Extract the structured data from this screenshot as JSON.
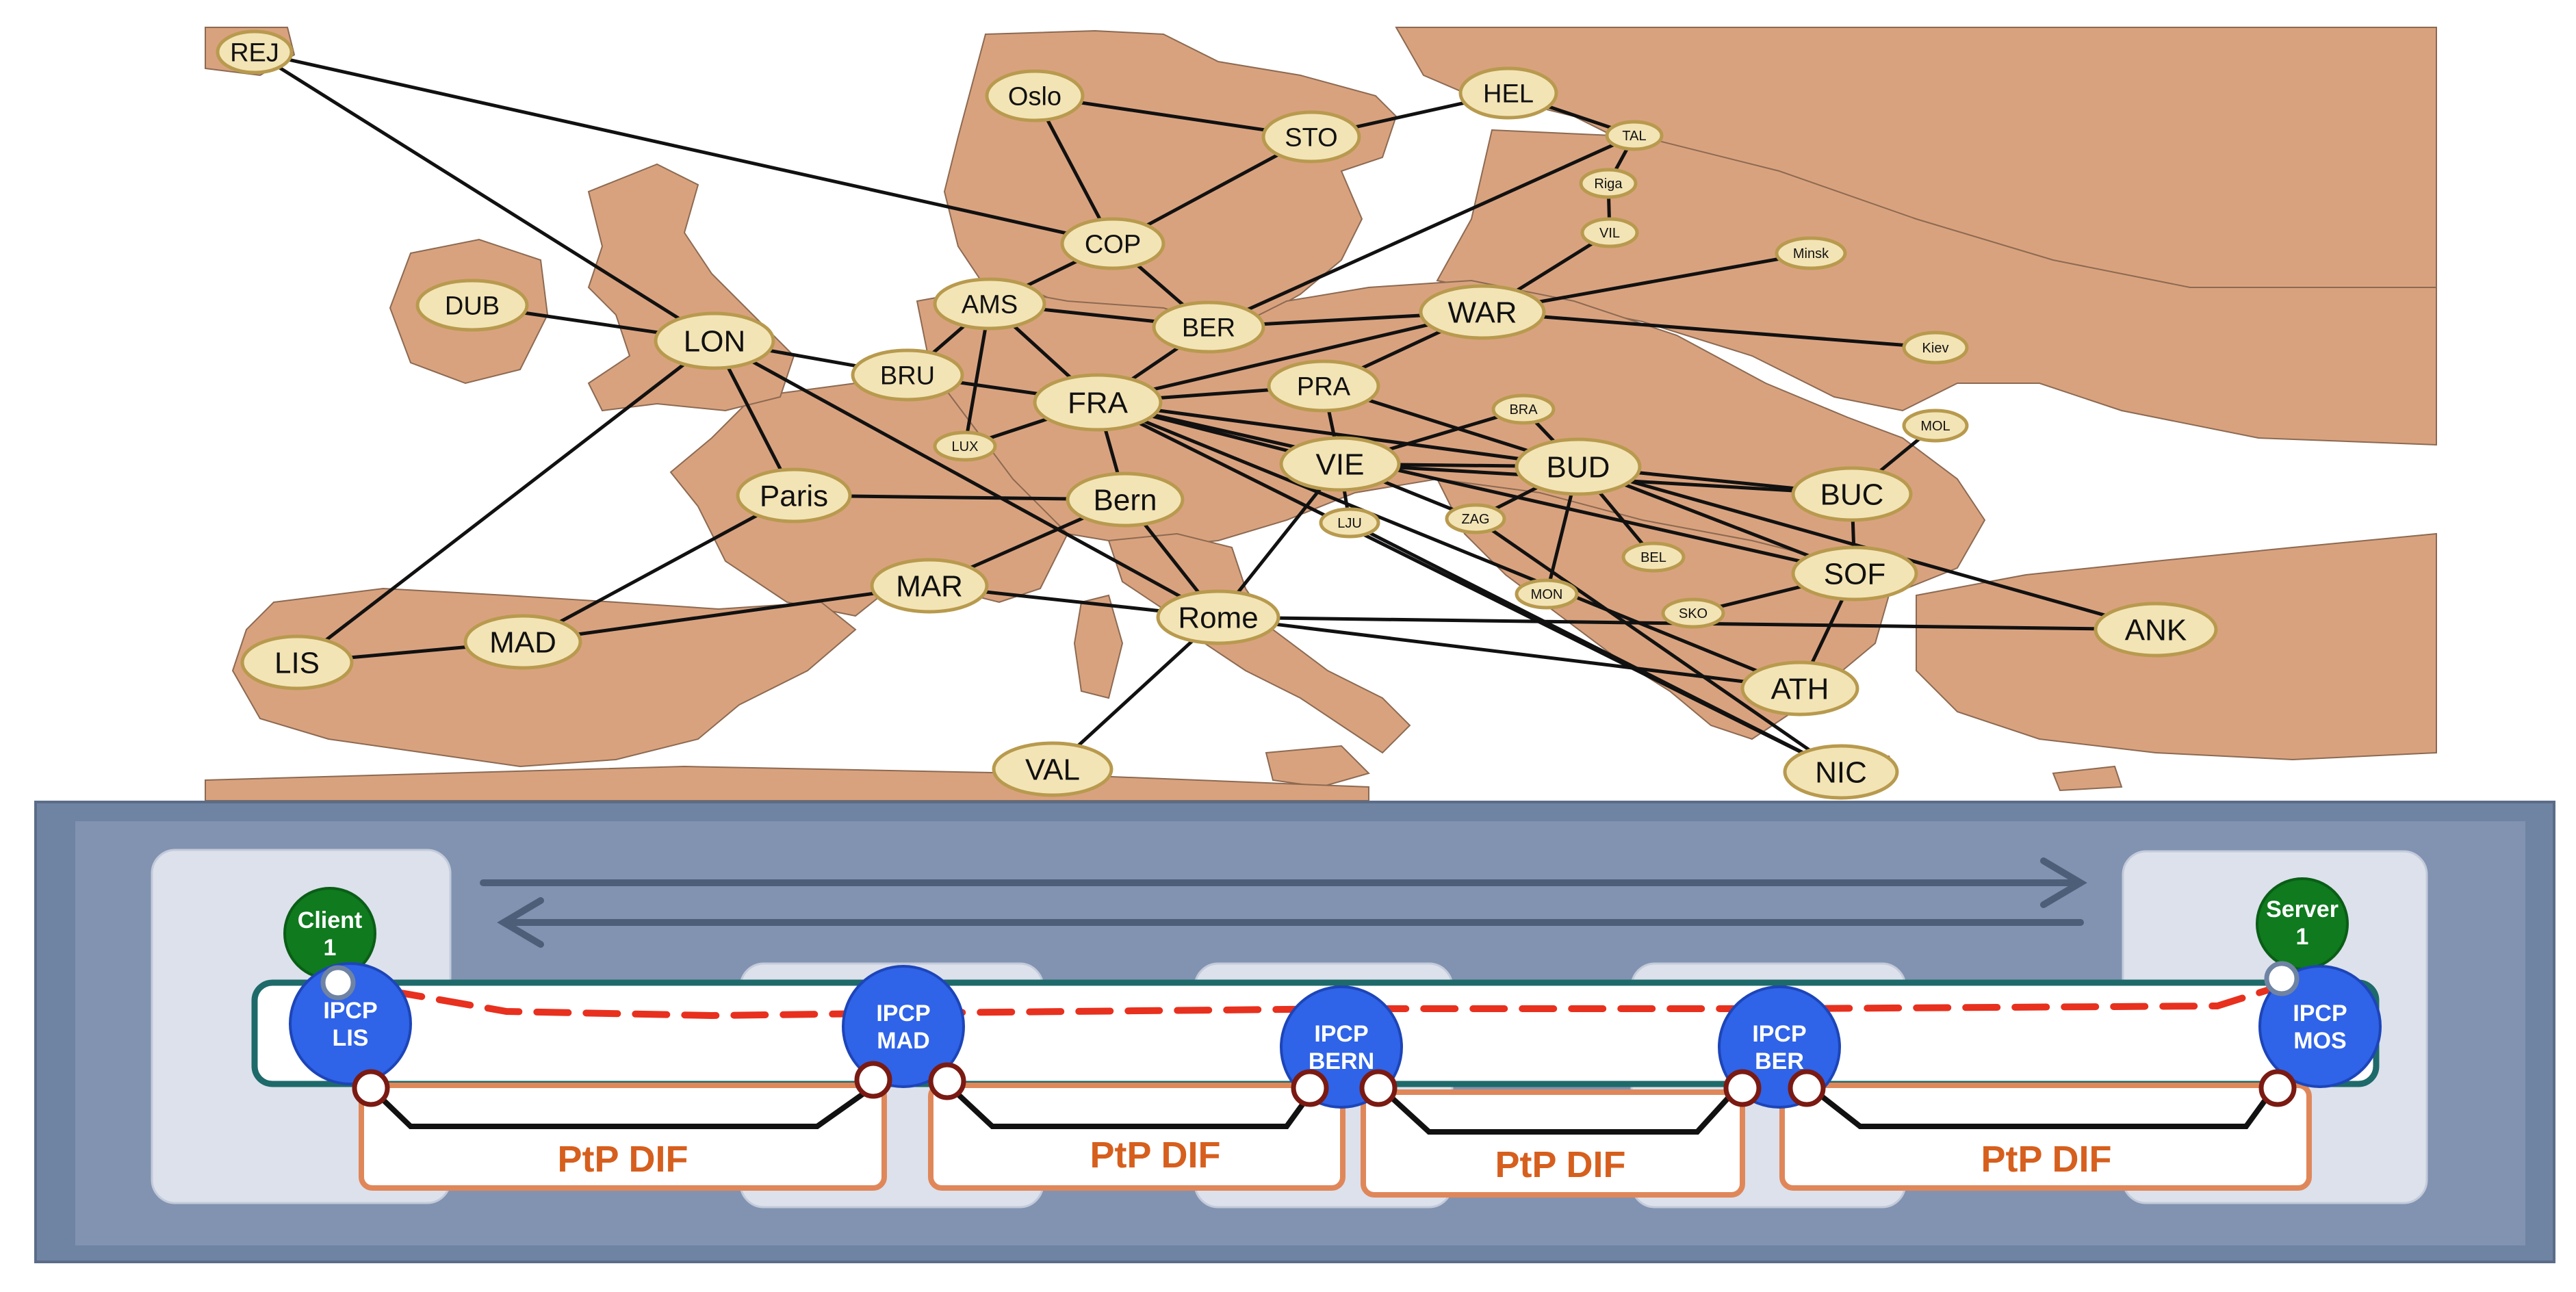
{
  "colors": {
    "land": "#D9A27E",
    "sea": "#FFFFFF",
    "node_fill": "#F3E4B6",
    "node_stroke": "#B89A4E",
    "link": "#111111",
    "panel_outer": "#6F83A3",
    "panel_inner": "#8193B1",
    "box_fill": "#DCE1EC",
    "ipcp_fill": "#2F63E8",
    "app_fill": "#0F7A1E",
    "dif_border": "#E0875A",
    "dif_text": "#D65F1E",
    "normal_dif_border": "#1E6A6A",
    "flow_red": "#E8301E",
    "arrow": "#4C5E78"
  },
  "map": {
    "nodes": [
      {
        "id": "REJ",
        "label": "REJ"
      },
      {
        "id": "Oslo",
        "label": "Oslo"
      },
      {
        "id": "STO",
        "label": "STO"
      },
      {
        "id": "HEL",
        "label": "HEL"
      },
      {
        "id": "TAL",
        "label": "TAL"
      },
      {
        "id": "Riga",
        "label": "Riga"
      },
      {
        "id": "VIL",
        "label": "VIL"
      },
      {
        "id": "Minsk",
        "label": "Minsk"
      },
      {
        "id": "Kiev",
        "label": "Kiev"
      },
      {
        "id": "COP",
        "label": "COP"
      },
      {
        "id": "DUB",
        "label": "DUB"
      },
      {
        "id": "AMS",
        "label": "AMS"
      },
      {
        "id": "BER",
        "label": "BER"
      },
      {
        "id": "WAR",
        "label": "WAR"
      },
      {
        "id": "LON",
        "label": "LON"
      },
      {
        "id": "BRU",
        "label": "BRU"
      },
      {
        "id": "FRA",
        "label": "FRA"
      },
      {
        "id": "PRA",
        "label": "PRA"
      },
      {
        "id": "LUX",
        "label": "LUX"
      },
      {
        "id": "BRA",
        "label": "BRA"
      },
      {
        "id": "MOL",
        "label": "MOL"
      },
      {
        "id": "VIE",
        "label": "VIE"
      },
      {
        "id": "BUD",
        "label": "BUD"
      },
      {
        "id": "BUC",
        "label": "BUC"
      },
      {
        "id": "Paris",
        "label": "Paris"
      },
      {
        "id": "Bern",
        "label": "Bern"
      },
      {
        "id": "LJU",
        "label": "LJU"
      },
      {
        "id": "ZAG",
        "label": "ZAG"
      },
      {
        "id": "BEL",
        "label": "BEL"
      },
      {
        "id": "SOF",
        "label": "SOF"
      },
      {
        "id": "MAR",
        "label": "MAR"
      },
      {
        "id": "MON",
        "label": "MON"
      },
      {
        "id": "SKO",
        "label": "SKO"
      },
      {
        "id": "MAD",
        "label": "MAD"
      },
      {
        "id": "Rome",
        "label": "Rome"
      },
      {
        "id": "ANK",
        "label": "ANK"
      },
      {
        "id": "LIS",
        "label": "LIS"
      },
      {
        "id": "ATH",
        "label": "ATH"
      },
      {
        "id": "VAL",
        "label": "VAL"
      },
      {
        "id": "NIC",
        "label": "NIC"
      }
    ],
    "links": [
      [
        "REJ",
        "LON"
      ],
      [
        "REJ",
        "COP"
      ],
      [
        "Oslo",
        "STO"
      ],
      [
        "Oslo",
        "COP"
      ],
      [
        "STO",
        "HEL"
      ],
      [
        "STO",
        "COP"
      ],
      [
        "HEL",
        "TAL"
      ],
      [
        "TAL",
        "Riga"
      ],
      [
        "Riga",
        "VIL"
      ],
      [
        "VIL",
        "WAR"
      ],
      [
        "TAL",
        "BER"
      ],
      [
        "COP",
        "BER"
      ],
      [
        "COP",
        "AMS"
      ],
      [
        "DUB",
        "LON"
      ],
      [
        "LON",
        "BRU"
      ],
      [
        "LON",
        "Paris"
      ],
      [
        "LON",
        "LIS"
      ],
      [
        "LON",
        "Rome"
      ],
      [
        "AMS",
        "BER"
      ],
      [
        "AMS",
        "BRU"
      ],
      [
        "AMS",
        "FRA"
      ],
      [
        "AMS",
        "LUX"
      ],
      [
        "BRU",
        "FRA"
      ],
      [
        "LUX",
        "FRA"
      ],
      [
        "BER",
        "FRA"
      ],
      [
        "BER",
        "WAR"
      ],
      [
        "WAR",
        "Minsk"
      ],
      [
        "WAR",
        "Kiev"
      ],
      [
        "WAR",
        "PRA"
      ],
      [
        "WAR",
        "FRA"
      ],
      [
        "FRA",
        "PRA"
      ],
      [
        "FRA",
        "Bern"
      ],
      [
        "FRA",
        "VIE"
      ],
      [
        "FRA",
        "BUD"
      ],
      [
        "FRA",
        "ATH"
      ],
      [
        "FRA",
        "NIC"
      ],
      [
        "FRA",
        "SOF"
      ],
      [
        "PRA",
        "VIE"
      ],
      [
        "PRA",
        "BUD"
      ],
      [
        "VIE",
        "BRA"
      ],
      [
        "VIE",
        "BUD"
      ],
      [
        "VIE",
        "LJU"
      ],
      [
        "VIE",
        "ZAG"
      ],
      [
        "VIE",
        "Rome"
      ],
      [
        "VIE",
        "BUC"
      ],
      [
        "BRA",
        "BUD"
      ],
      [
        "BUD",
        "ZAG"
      ],
      [
        "BUD",
        "BEL"
      ],
      [
        "BUD",
        "MON"
      ],
      [
        "BUD",
        "BUC"
      ],
      [
        "BUD",
        "SOF"
      ],
      [
        "BUD",
        "ANK"
      ],
      [
        "BUC",
        "MOL"
      ],
      [
        "BUC",
        "SOF"
      ],
      [
        "SOF",
        "SKO"
      ],
      [
        "SOF",
        "ATH"
      ],
      [
        "Paris",
        "Bern"
      ],
      [
        "Paris",
        "MAD"
      ],
      [
        "Bern",
        "Rome"
      ],
      [
        "MAR",
        "MAD"
      ],
      [
        "MAR",
        "Bern"
      ],
      [
        "MAR",
        "Rome"
      ],
      [
        "MAD",
        "LIS"
      ],
      [
        "Rome",
        "VAL"
      ],
      [
        "Rome",
        "ATH"
      ],
      [
        "Rome",
        "ANK"
      ],
      [
        "LJU",
        "NIC"
      ],
      [
        "ZAG",
        "NIC"
      ]
    ]
  },
  "diagram": {
    "client_label": "Client\n1",
    "server_label": "Server\n1",
    "ipcps": [
      {
        "label": "IPCP\nLIS"
      },
      {
        "label": "IPCP\nMAD"
      },
      {
        "label": "IPCP\nBERN"
      },
      {
        "label": "IPCP\nBER"
      },
      {
        "label": "IPCP\nMOS"
      }
    ],
    "ptp_difs": [
      "PtP DIF",
      "PtP DIF",
      "PtP DIF",
      "PtP DIF"
    ]
  }
}
